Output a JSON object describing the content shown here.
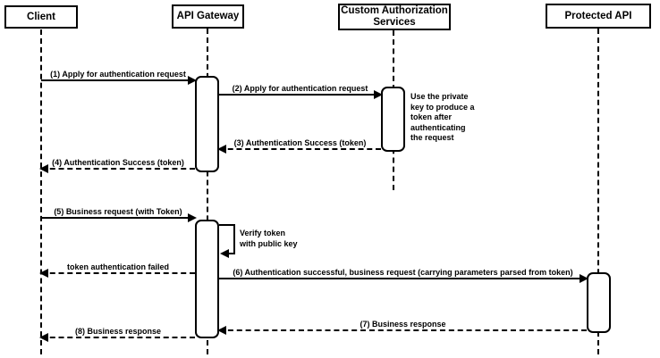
{
  "diagram": {
    "type": "uml-sequence-diagram",
    "colors": {
      "stroke": "#000000",
      "fill": "#ffffff",
      "background": "#ffffff"
    },
    "participants": [
      {
        "id": "client",
        "label": "Client"
      },
      {
        "id": "api-gateway",
        "label": "API Gateway"
      },
      {
        "id": "custom-authorization-services",
        "label": "Custom Authorization\nServices"
      },
      {
        "id": "protected-api",
        "label": "Protected API"
      }
    ],
    "messages": [
      {
        "label": "(1) Apply for authentication request",
        "from": "Client",
        "to": "API Gateway",
        "line": "solid"
      },
      {
        "label": "(2) Apply for authentication request",
        "from": "API Gateway",
        "to": "Custom Authorization Services",
        "line": "solid"
      },
      {
        "label": "(3) Authentication Success (token)",
        "from": "Custom Authorization Services",
        "to": "API Gateway",
        "line": "dashed"
      },
      {
        "label": "(4) Authentication Success (token)",
        "from": "API Gateway",
        "to": "Client",
        "line": "dashed"
      },
      {
        "label": "(5) Business request (with Token)",
        "from": "Client",
        "to": "API Gateway",
        "line": "solid"
      },
      {
        "label": "token authentication failed",
        "from": "API Gateway",
        "to": "Client",
        "line": "dashed"
      },
      {
        "label": "(6) Authentication successful, business request (carrying parameters parsed from token)",
        "from": "API Gateway",
        "to": "Protected API",
        "line": "solid"
      },
      {
        "label": "(7) Business response",
        "from": "Protected API",
        "to": "API Gateway",
        "line": "dashed"
      },
      {
        "label": "(8) Business response",
        "from": "API Gateway",
        "to": "Client",
        "line": "dashed"
      }
    ],
    "self_message": {
      "label": "Verify token\nwith public key",
      "participant": "API Gateway"
    },
    "note": {
      "text": "Use the private\nkey to produce a\ntoken after\nauthenticating\nthe request",
      "attached_to": "Custom Authorization Services"
    }
  }
}
